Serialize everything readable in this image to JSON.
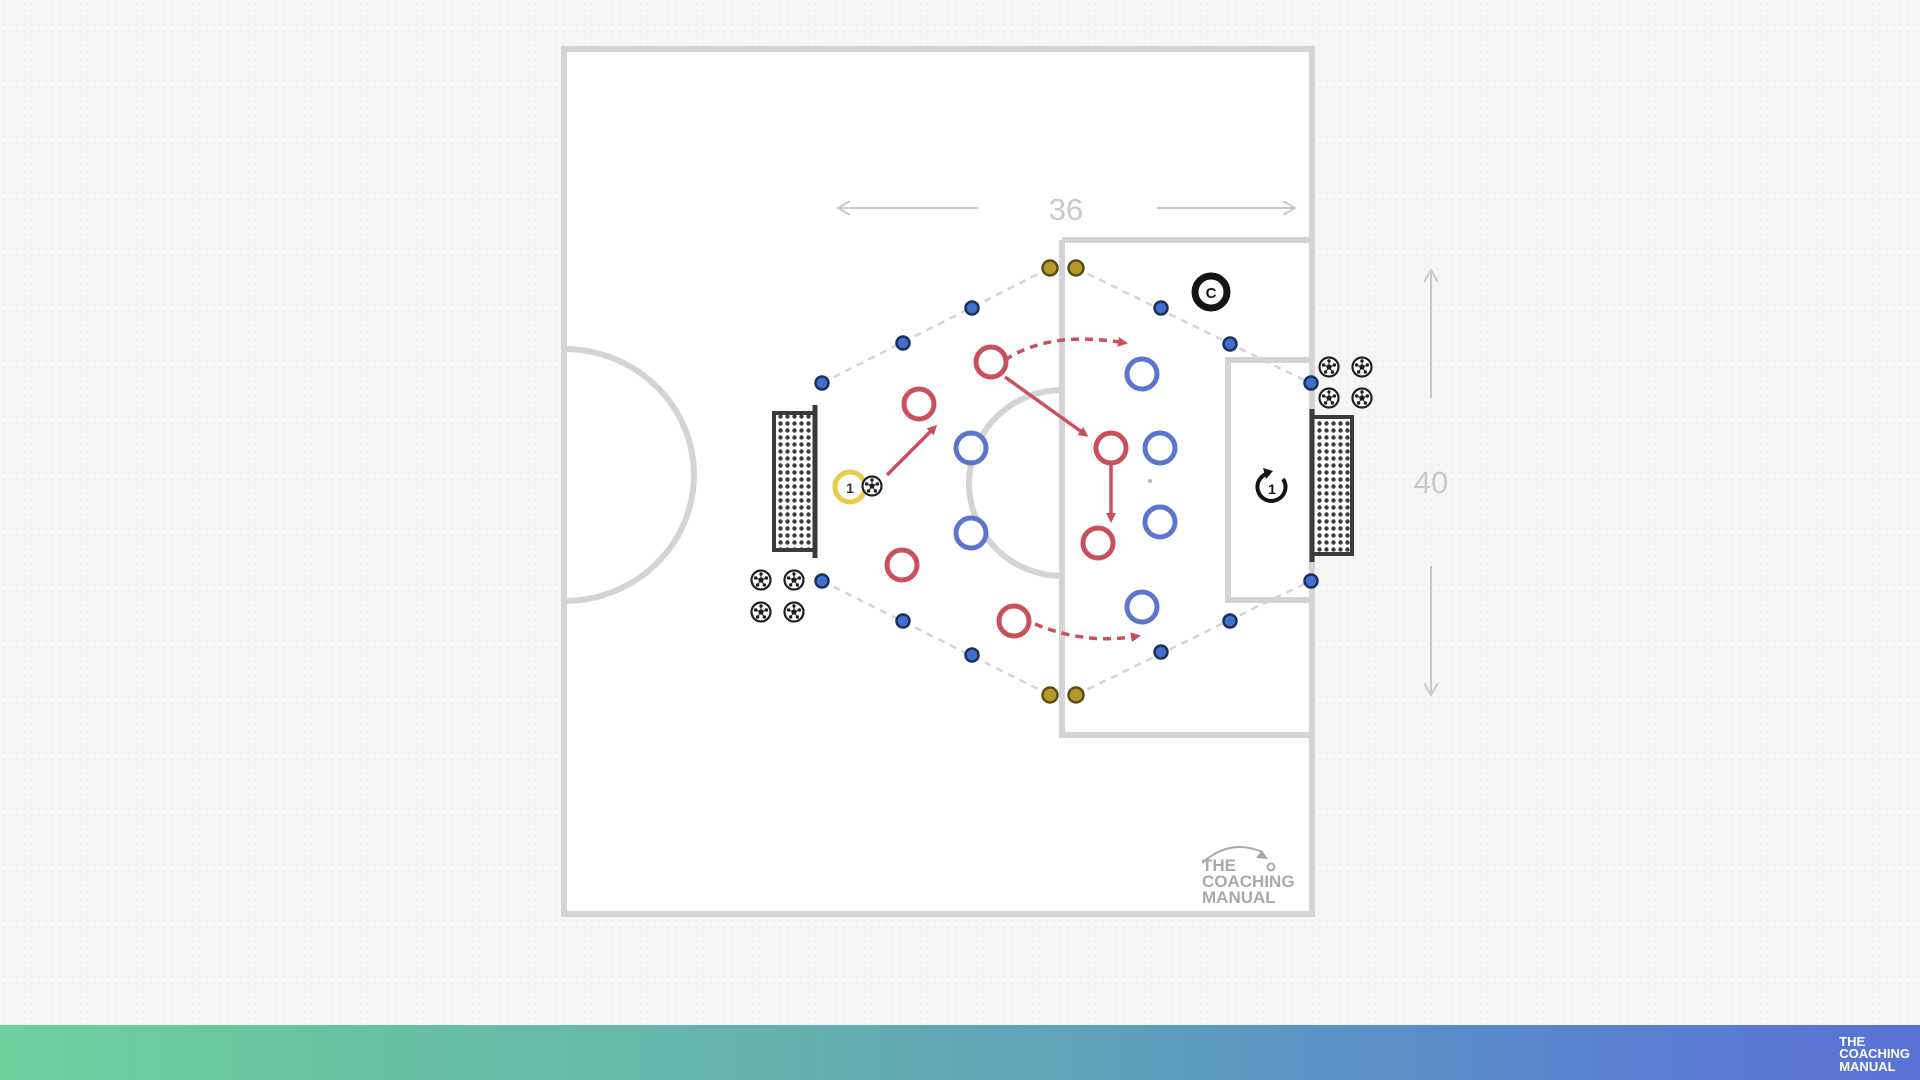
{
  "dimensions": {
    "width_label": "36",
    "height_label": "40"
  },
  "markers": {
    "coach_label": "C",
    "goalkeeper_label": "1",
    "player_label": "1"
  },
  "logo": {
    "line1": "THE",
    "line2": "COACHING",
    "line3": "MANUAL"
  },
  "colors": {
    "attackers": "#c9505c",
    "defenders": "#5b76cc",
    "cones": "#3f6fcf",
    "gates": "#b49a2e",
    "lines": "#d4d4d6",
    "ball_player": "#e9cb4c"
  },
  "icons": [
    "soccer-ball-icon",
    "goal-net-icon",
    "coach-icon",
    "goalkeeper-icon"
  ]
}
